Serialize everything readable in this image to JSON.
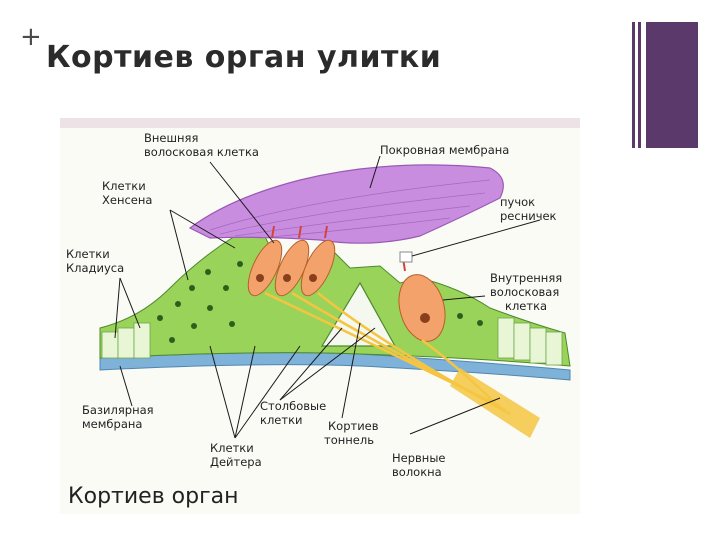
{
  "slide": {
    "plus": "+",
    "title": "Кортиев орган улитки",
    "accent_color": "#5b3a6b"
  },
  "figure": {
    "labels": {
      "outer_hair_cell_1": "Внешняя",
      "outer_hair_cell_2": "волосковая клетка",
      "tectorial_membrane": "Покровная мембрана",
      "hensen_1": "Клетки",
      "hensen_2": "Хенсена",
      "claudius_1": "Клетки",
      "claudius_2": "Кладиуса",
      "hair_bundle_1": "пучок",
      "hair_bundle_2": "ресничек",
      "inner_hair_cell_1": "Внутренняя",
      "inner_hair_cell_2": "волосковая",
      "inner_hair_cell_3": "клетка",
      "basilar_1": "Базилярная",
      "basilar_2": "мембрана",
      "pillar_1": "Столбовые",
      "pillar_2": "клетки",
      "tunnel_1": "Кортиев",
      "tunnel_2": "тоннель",
      "nerve_1": "Нервные",
      "nerve_2": "волокна",
      "deiters_1": "Клетки",
      "deiters_2": "Дейтера"
    },
    "caption": "Кортиев орган",
    "colors": {
      "tectorial": "#c98de0",
      "support_cells": "#9ad35a",
      "hair_cells": "#f2a26a",
      "nerve_fibers": "#f5c542",
      "basilar": "#7fb2d8"
    }
  }
}
